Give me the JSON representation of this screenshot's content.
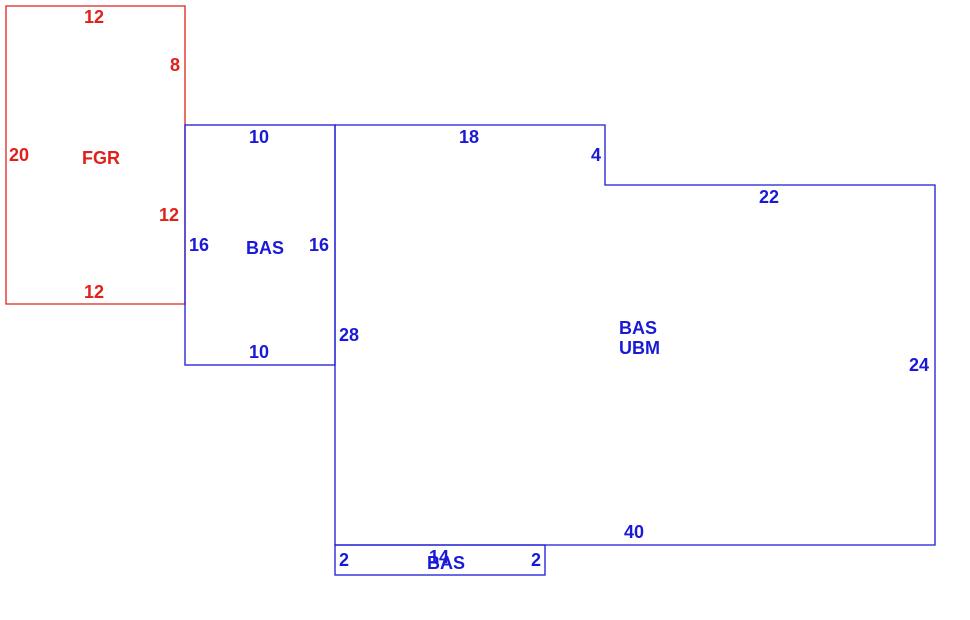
{
  "colors": {
    "garage": "#e0201a",
    "base": "#1a1ad6"
  },
  "fgr": {
    "label": "FGR",
    "dims": {
      "top": "12",
      "right_upper": "8",
      "left": "20",
      "right_lower": "12",
      "bottom": "12"
    }
  },
  "bas_left": {
    "label": "BAS",
    "dims": {
      "top": "10",
      "left": "16",
      "right": "16",
      "bottom": "10"
    }
  },
  "bas_main": {
    "label_line1": "BAS",
    "label_line2": "UBM",
    "dims": {
      "top": "18",
      "notch": "4",
      "upper_right": "22",
      "left": "28",
      "right": "24",
      "bottom": "40"
    }
  },
  "bas_strip": {
    "label": "BAS",
    "dims": {
      "top": "14",
      "left": "2",
      "right": "2"
    }
  }
}
